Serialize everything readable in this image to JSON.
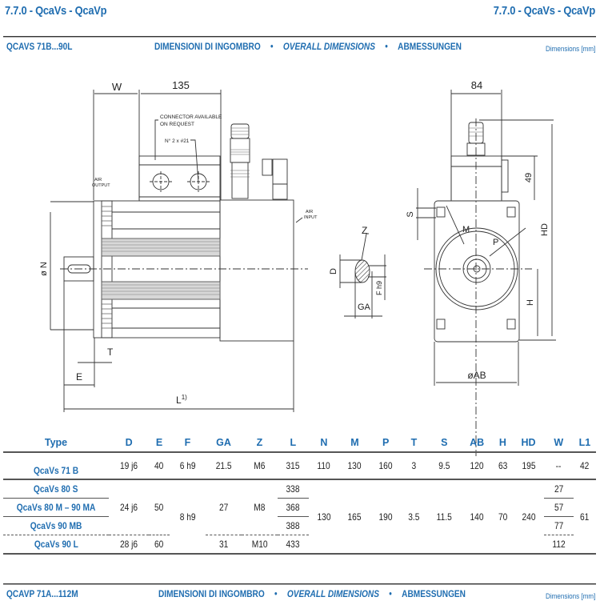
{
  "header": {
    "title_left": "7.7.0 - QcaVs - QcaVp",
    "title_right": "7.7.0 - QcaVs - QcaVp"
  },
  "section1": {
    "series": "QCAVS 71B...90L",
    "label_it": "DIMENSIONI DI INGOMBRO",
    "label_en": "OVERALL DIMENSIONS",
    "label_de": "ABMESSUNGEN",
    "separator": "•",
    "units": "Dimensions [mm]"
  },
  "section2": {
    "series": "QCAVP 71A...112M",
    "label_it": "DIMENSIONI DI INGOMBRO",
    "label_en": "OVERALL DIMENSIONS",
    "label_de": "ABMESSUNGEN",
    "separator": "•",
    "units": "Dimensions [mm]"
  },
  "drawing": {
    "dim_w": "W",
    "dim_135": "135",
    "connector_note_1": "CONNECTOR AVAILABLE",
    "connector_note_2": "ON REQUEST",
    "holes_note": "N° 2 x #21",
    "air_output_1": "AIR",
    "air_output_2": "OUTPUT",
    "air_input_1": "AIR",
    "air_input_2": "INPUT",
    "dim_n": "ø N",
    "dim_t": "T",
    "dim_e": "E",
    "dim_l": "L",
    "dim_l_note": "1)",
    "dim_z": "Z",
    "dim_d": "D",
    "dim_f": "F h9",
    "dim_ga": "GA",
    "dim_84": "84",
    "dim_49": "49",
    "dim_s": "S",
    "dim_m": "M",
    "dim_p": "P",
    "dim_hd": "HD",
    "dim_h": "H",
    "dim_ab": "øAB"
  },
  "table": {
    "headers": [
      "Type",
      "D",
      "E",
      "F",
      "GA",
      "Z",
      "L",
      "N",
      "M",
      "P",
      "T",
      "S",
      "AB",
      "H",
      "HD",
      "W",
      "L1"
    ],
    "row1": {
      "type": "QcaVs 71 B",
      "D": "19 j6",
      "E": "40",
      "F": "6 h9",
      "GA": "21.5",
      "Z": "M6",
      "L": "315",
      "N": "110",
      "M": "130",
      "P": "160",
      "T": "3",
      "S": "9.5",
      "AB": "120",
      "H": "63",
      "HD": "195",
      "W": "--",
      "L1": "42"
    },
    "group": {
      "types": [
        "QcaVs 80 S",
        "QcaVs 80 M – 90 MA",
        "QcaVs 90 MB",
        "QcaVs 90 L"
      ],
      "D_a": "24 j6",
      "D_b": "28 j6",
      "E_a": "50",
      "E_b": "60",
      "F": "8 h9",
      "GA_a": "27",
      "GA_b": "31",
      "Z_a": "M8",
      "Z_b": "M10",
      "L": [
        "338",
        "368",
        "388",
        "433"
      ],
      "N": "130",
      "M": "165",
      "P": "190",
      "T": "3.5",
      "S": "11.5",
      "AB": "140",
      "H": "70",
      "HD": "240",
      "W": [
        "27",
        "57",
        "77",
        "112"
      ],
      "L1": "61"
    }
  }
}
